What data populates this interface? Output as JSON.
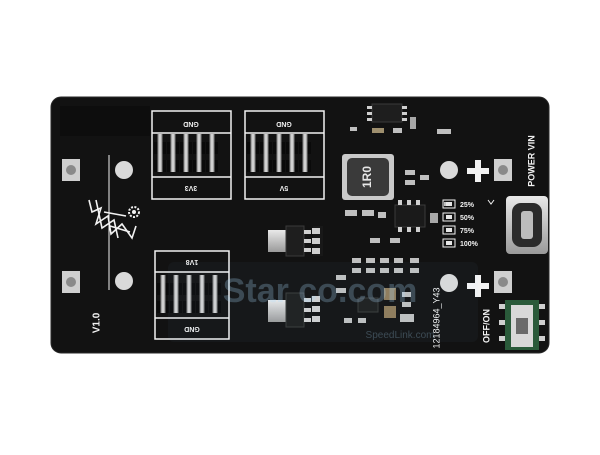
{
  "board": {
    "color_board": "#121212",
    "color_silk": "#f2f2f2",
    "color_pad": "#c9c9c9"
  },
  "labels": {
    "gnd_top_left": "GND",
    "v3v3": "3V3",
    "gnd_top_right": "GND",
    "v5": "5V",
    "v1v8": "1V8",
    "gnd_bottom": "GND",
    "version": "V1.0",
    "power_vin": "POWER VIN",
    "off_on": "OFF/ON",
    "inductor": "1R0",
    "serial": "12184964_Y43",
    "pct_25": "25%",
    "pct_50": "50%",
    "pct_75": "75%",
    "pct_100": "100%"
  },
  "watermark": {
    "line1": "Star co.com",
    "line2": "SpeedLink.com"
  },
  "icons": [
    "plus-icon",
    "gear-icon",
    "logo-icon"
  ]
}
